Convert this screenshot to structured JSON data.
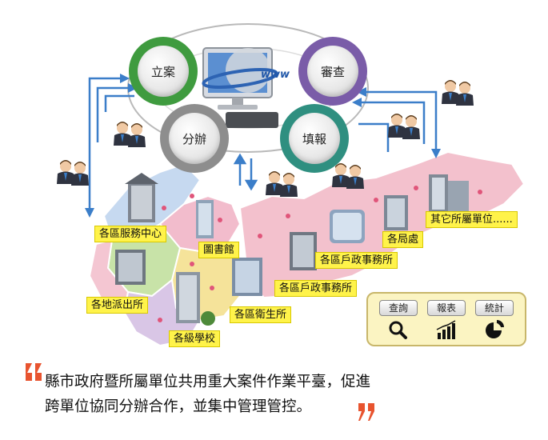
{
  "hub": {
    "www_label": "www"
  },
  "nodes": {
    "register": "立案",
    "review": "審查",
    "assign": "分辦",
    "report": "填報"
  },
  "units": {
    "district_service": "各區服務中心",
    "library": "圖書館",
    "household_office_1": "各區戶政事務所",
    "household_office_2": "各區戶政事務所",
    "bureaus": "各局處",
    "other_units": "其它所屬單位......",
    "police": "各地派出所",
    "schools": "各級學校",
    "health_center": "各區衛生所"
  },
  "tools": {
    "query": "查詢",
    "report": "報表",
    "stats": "統計"
  },
  "caption": {
    "line1": "縣市政府暨所屬單位共用重大案件作業平臺，促進",
    "line2": "跨單位協同分辦合作，並集中管理管控。"
  },
  "colors": {
    "node_green": "#3f9b3f",
    "node_purple": "#7a5ca8",
    "node_gray": "#8d8d8d",
    "node_teal": "#2f8f80",
    "arrow_blue": "#3b7ec9",
    "map_pink": "#f2b8c6",
    "map_blue": "#a9c8ec",
    "map_green": "#bfe09a",
    "map_yellow": "#f6e48a",
    "label_yellow": "#fff34a"
  }
}
